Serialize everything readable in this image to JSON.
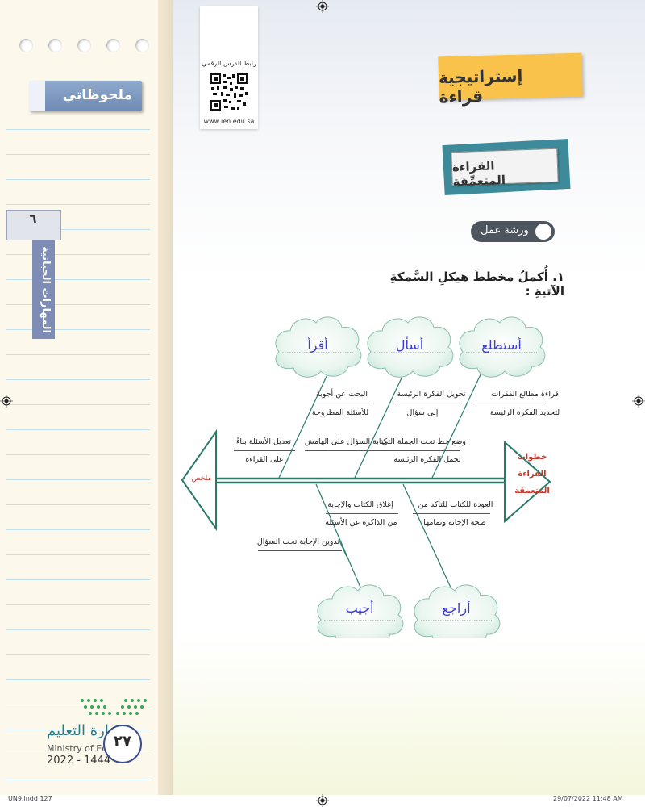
{
  "notes": {
    "title": "ملحوظاتي",
    "unit_number": "٦",
    "unit_label": "المهارات الحياتية"
  },
  "footer_page": {
    "page_number": "٢٧",
    "ministry_ar": "وزارة التعليم",
    "ministry_en": "Ministry of Education",
    "year": "2022 - 1444"
  },
  "qr": {
    "label": "رابط الدرس الرقمي",
    "url": "www.ien.edu.sa"
  },
  "header": {
    "strategy_title": "إستراتيجية قراءة",
    "section_title": "القراءة المتعمِّقة",
    "workshop": "ورشة عمل"
  },
  "question": {
    "text": "١. أُكملُ مخططَ هيكلِ السَّمكةِ الآتيةِ :"
  },
  "fishbone": {
    "head_label": "خطوات القراءة المتعمقة",
    "tail_label": "ملخص",
    "clouds_top": [
      "أستطلع",
      "أسأل",
      "أقرأ"
    ],
    "clouds_bottom": [
      "أراجع",
      "أجيب"
    ],
    "branches": {
      "b1": [
        "قراءة مطالع الفقرات",
        "لتحديد الفكرة الرئيسة"
      ],
      "b2": [
        "تحويل الفكرة الرئيسة",
        "إلى سؤال"
      ],
      "b3": [
        "البحث عن أجوبة",
        "للأسئلة المطروحة"
      ],
      "b4": [
        "وضع خط تحت الجملة التي",
        "تحمل الفكرة الرئيسة"
      ],
      "b5": [
        "كتابة السؤال على الهامش"
      ],
      "b6": [
        "تعديل الأسئلة بناءً",
        "على القراءة"
      ],
      "b7": [
        "العودة للكتاب للتأكد من",
        "صحة الإجابة وتمامها"
      ],
      "b8": [
        "إغلاق الكتاب والإجابة",
        "من الذاكرة عن الأسئلة"
      ],
      "b9": [
        "تدوين الإجابة تحت السؤال"
      ]
    }
  },
  "print_footer": {
    "left": "UN9.indd 127",
    "right": "29/07/2022 11:48 AM"
  },
  "colors": {
    "accent_orange": "#f9c24a",
    "accent_teal": "#3d8a9a",
    "cloud_text": "#3b3bd6",
    "head_text": "#c0392b"
  }
}
